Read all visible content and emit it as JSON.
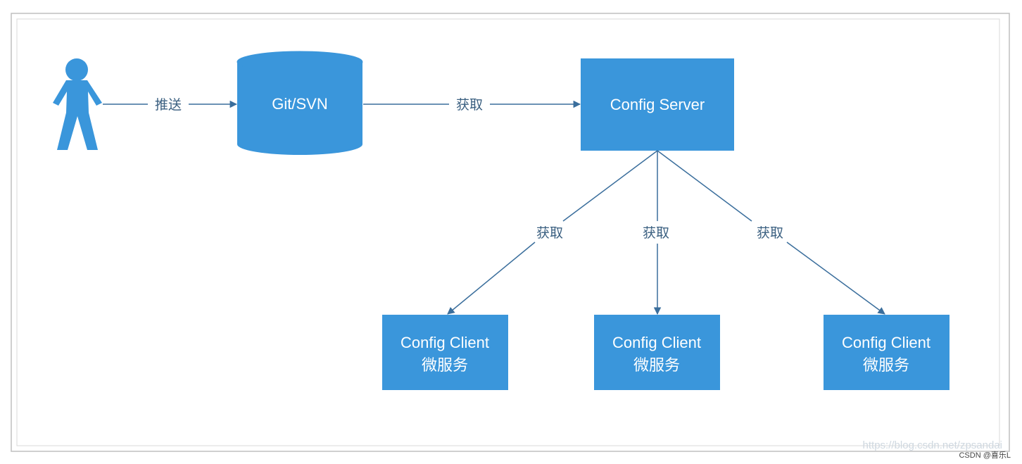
{
  "colors": {
    "node_fill": "#3a96db",
    "edge": "#3a6e9c",
    "frame": "#bfbfbf"
  },
  "diagram": {
    "user": {
      "icon": "person-icon"
    },
    "repository": {
      "label": "Git/SVN"
    },
    "server": {
      "label": "Config Server"
    },
    "clients": [
      {
        "line1": "Config Client",
        "line2": "微服务"
      },
      {
        "line1": "Config Client",
        "line2": "微服务"
      },
      {
        "line1": "Config Client",
        "line2": "微服务"
      }
    ],
    "edges": {
      "user_to_repo": "推送",
      "repo_to_server": "获取",
      "server_to_client_1": "获取",
      "server_to_client_2": "获取",
      "server_to_client_3": "获取"
    }
  },
  "footer": {
    "watermark": "https://blog.csdn.net/zpsandai",
    "credit": "CSDN @喜乐L"
  }
}
